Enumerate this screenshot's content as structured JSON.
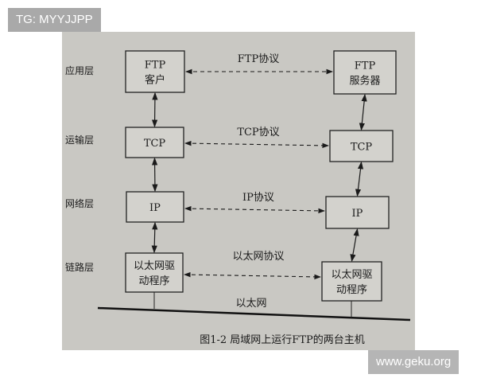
{
  "watermarks": {
    "top_left": "TG: MYYJJPP",
    "bottom_right": "www.geku.org"
  },
  "layers": [
    "应用层",
    "运输层",
    "网络层",
    "链路层"
  ],
  "left_host": [
    [
      "FTP",
      "客户"
    ],
    [
      "TCP"
    ],
    [
      "IP"
    ],
    [
      "以太网驱",
      "动程序"
    ]
  ],
  "right_host": [
    [
      "FTP",
      "服务器"
    ],
    [
      "TCP"
    ],
    [
      "IP"
    ],
    [
      "以太网驱",
      "动程序"
    ]
  ],
  "protocols": [
    "FTP协议",
    "TCP协议",
    "IP协议",
    "以太网协议"
  ],
  "network_label": "以太网",
  "caption": "图1-2   局域网上运行FTP的两台主机",
  "colors": {
    "paper": "#c9c8c3",
    "ink": "#1a1a1a"
  }
}
